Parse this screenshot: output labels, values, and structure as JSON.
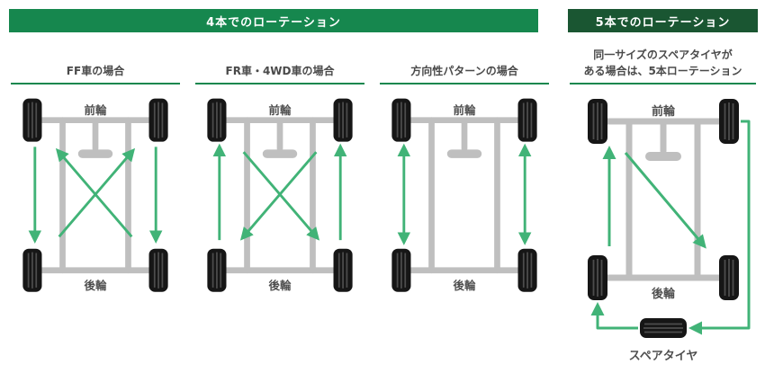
{
  "headers": {
    "four_tire": "4本でのローテーション",
    "five_tire": "5本でのローテーション"
  },
  "panels": [
    {
      "title": "FF車の場合",
      "front_label": "前輪",
      "rear_label": "後輪"
    },
    {
      "title": "FR車・4WD車の場合",
      "front_label": "前輪",
      "rear_label": "後輪"
    },
    {
      "title": "方向性パターンの場合",
      "front_label": "前輪",
      "rear_label": "後輪"
    },
    {
      "title_line1": "同一サイズのスペアタイヤが",
      "title_line2": "ある場合は、5本ローテーション",
      "front_label": "前輪",
      "rear_label": "後輪",
      "spare_label": "スペアタイヤ"
    }
  ],
  "colors": {
    "header_green": "#16874e",
    "header_dark_green": "#1a5632",
    "underline_green": "#16874e",
    "arrow_green": "#41b377",
    "frame_gray": "#bfbfbf",
    "tire_black": "#161616"
  }
}
